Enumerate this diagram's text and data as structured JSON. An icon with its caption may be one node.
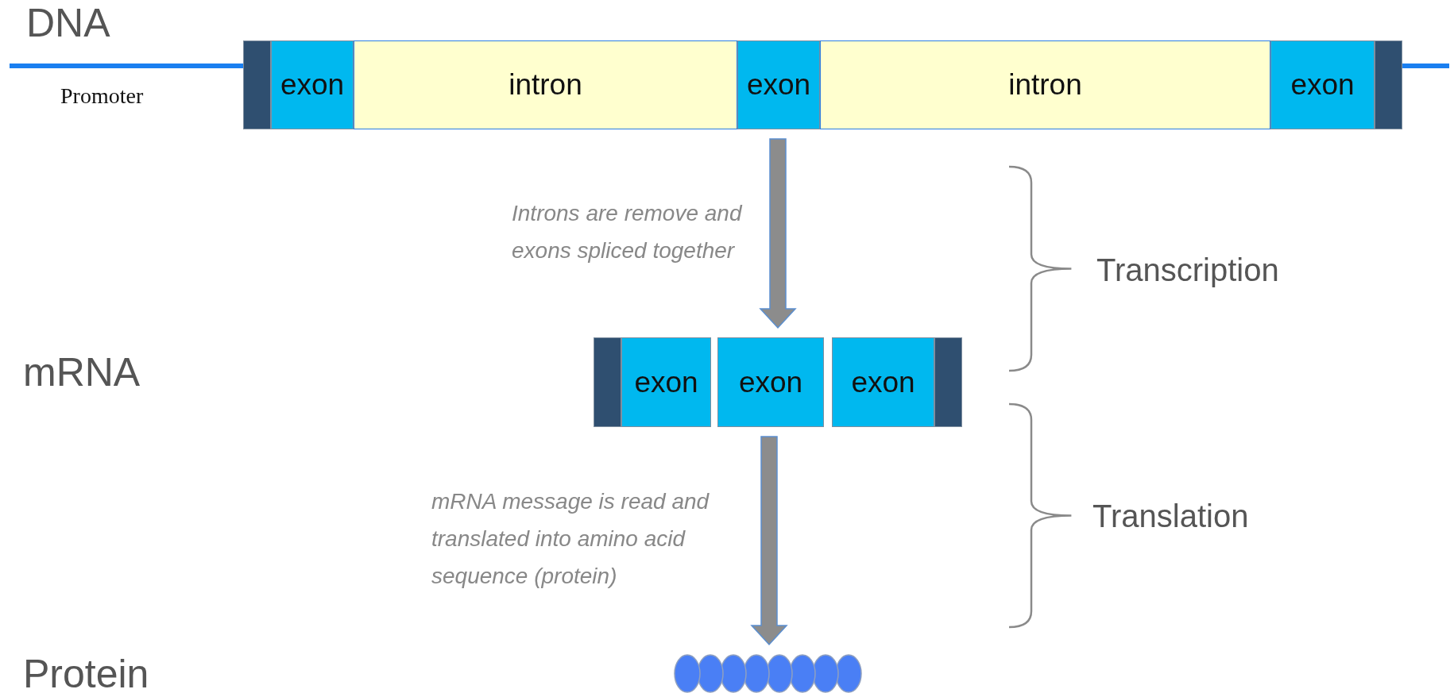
{
  "diagram": {
    "nodes": [
      {
        "text": [],
        "shape": "bar"
      },
      {
        "text": [],
        "shape": "box",
        "in": 0
      },
      {
        "text": [
          "exon"
        ],
        "in": 0
      },
      {
        "text": [
          "intron"
        ],
        "in": 0
      },
      {
        "text": [
          "exon"
        ],
        "in": 0
      },
      {
        "text": [
          "intron"
        ],
        "in": 0
      },
      {
        "text": [
          "exon"
        ],
        "in": 0
      },
      {
        "text": [],
        "shape": "box",
        "in": 0
      },
      {
        "text": [],
        "shape": "bar"
      },
      {
        "text": [],
        "shape": "box",
        "in": 8
      },
      {
        "text": [
          "exon"
        ],
        "in": 8
      },
      {
        "text": [
          "exon"
        ],
        "in": 8
      },
      {
        "text": [
          "exon"
        ],
        "in": 8
      },
      {
        "text": [],
        "shape": "box",
        "in": 8
      },
      {
        "text": [],
        "shape": "picture"
      }
    ],
    "edges": [
      {
        "from": 0,
        "to": 8,
        "arrow": "to",
        "label": "Introns are remove and exons spliced together"
      },
      {
        "from": 8,
        "to": 14,
        "arrow": "to",
        "label": "mRNA message is read and translated into amino acid sequence (protein)"
      }
    ],
    "labels": [
      "DNA",
      "Promoter",
      "Transcription",
      "mRNA",
      "Translation",
      "Protein"
    ]
  }
}
